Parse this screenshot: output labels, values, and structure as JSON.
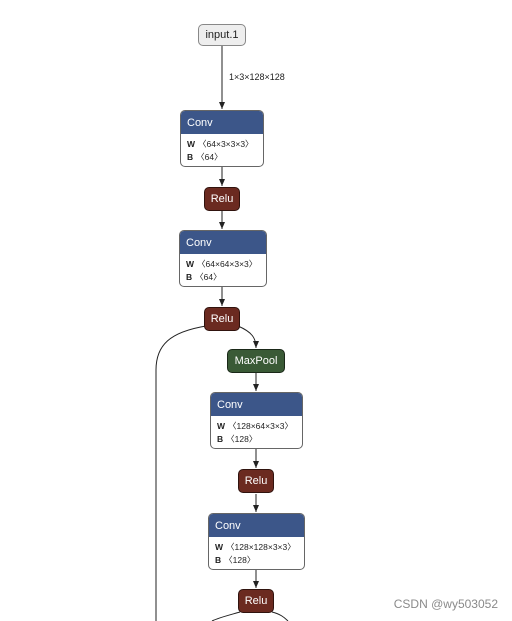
{
  "graph": {
    "input_node": {
      "label": "input.1"
    },
    "edge_shape_label": "1×3×128×128",
    "conv1": {
      "title": "Conv",
      "w_key": "W",
      "w_val": "〈64×3×3×3〉",
      "b_key": "B",
      "b_val": "〈64〉"
    },
    "relu1": {
      "label": "Relu"
    },
    "conv2": {
      "title": "Conv",
      "w_key": "W",
      "w_val": "〈64×64×3×3〉",
      "b_key": "B",
      "b_val": "〈64〉"
    },
    "relu2": {
      "label": "Relu"
    },
    "maxpool": {
      "label": "MaxPool"
    },
    "conv3": {
      "title": "Conv",
      "w_key": "W",
      "w_val": "〈128×64×3×3〉",
      "b_key": "B",
      "b_val": "〈128〉"
    },
    "relu3": {
      "label": "Relu"
    },
    "conv4": {
      "title": "Conv",
      "w_key": "W",
      "w_val": "〈128×128×3×3〉",
      "b_key": "B",
      "b_val": "〈128〉"
    },
    "relu4": {
      "label": "Relu"
    }
  },
  "watermark": "CSDN @wy503052",
  "colors": {
    "conv_header": "#3c5689",
    "relu": "#6b2a20",
    "maxpool": "#3a5a36",
    "input": "#eeeeee"
  }
}
